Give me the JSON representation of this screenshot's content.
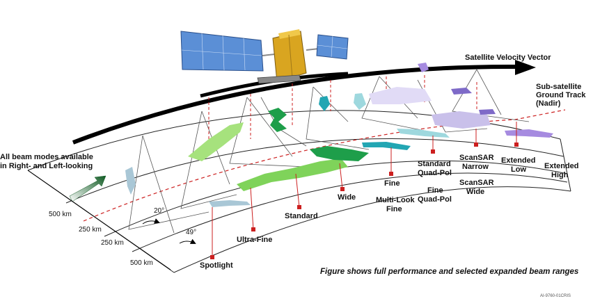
{
  "labels": {
    "velocity": "Satellite Velocity Vector",
    "ground_track": [
      "Sub-satellite",
      "Ground Track",
      "(Nadir)"
    ],
    "looking": [
      "All beam modes available",
      "in Right- and Left-looking"
    ],
    "angle_20": "20°",
    "angle_49": "49°",
    "caption": "Figure shows full performance and selected expanded beam ranges",
    "figure_id": "AI-9760-01CRIS"
  },
  "distances": [
    "500 km",
    "250 km",
    "250 km",
    "500 km"
  ],
  "beam_modes": [
    {
      "lines": [
        "Spotlight"
      ]
    },
    {
      "lines": [
        "Ultra-Fine"
      ]
    },
    {
      "lines": [
        "Standard"
      ]
    },
    {
      "lines": [
        "Wide"
      ]
    },
    {
      "lines": [
        "Fine"
      ]
    },
    {
      "lines": [
        "Multi-Look",
        "Fine"
      ]
    },
    {
      "lines": [
        "Standard",
        "Quad-Pol"
      ]
    },
    {
      "lines": [
        "Fine",
        "Quad-Pol"
      ]
    },
    {
      "lines": [
        "ScanSAR",
        "Narrow"
      ]
    },
    {
      "lines": [
        "ScanSAR",
        "Wide"
      ]
    },
    {
      "lines": [
        "Extended",
        "Low"
      ]
    },
    {
      "lines": [
        "Extended",
        "High"
      ]
    }
  ],
  "colors": {
    "standard": "#7fd35a",
    "wide": "#1e9e4a",
    "fine": "#22a6b3",
    "ultra_fine": "#a9c7d6",
    "quad_pol": "#9ed8de",
    "scansar": "#c9c0ea",
    "extended": "#a68be0",
    "marker": "#cc1f1f",
    "panel": "#5b8fd6",
    "body": "#d9a520"
  }
}
